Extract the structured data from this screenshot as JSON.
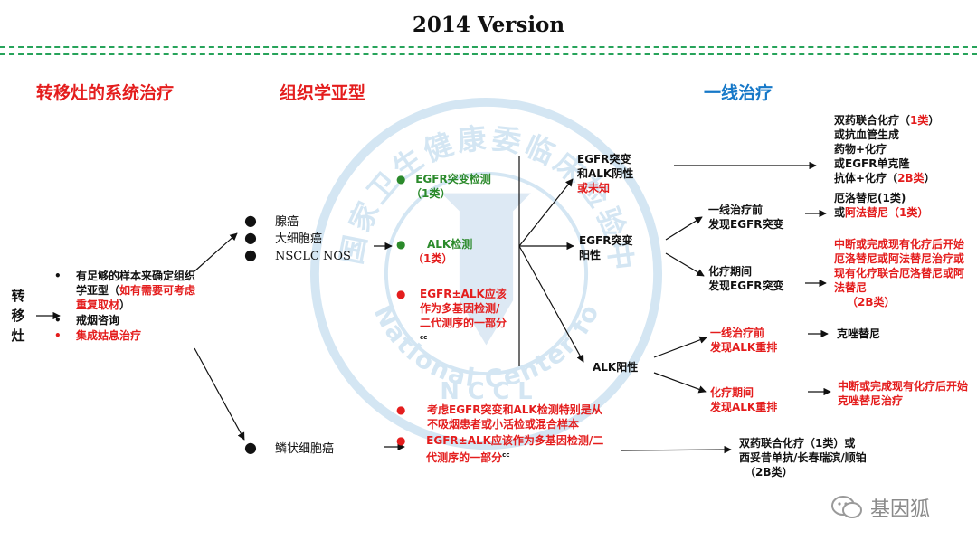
{
  "title": "2014 Version",
  "headers": {
    "col1": "转移灶的系统治疗",
    "col2": "组织学亚型",
    "col3": "一线治疗"
  },
  "left": {
    "side_label": [
      "转",
      "移",
      "灶"
    ],
    "bullet1": "有足够的样本来确定组织学亚型（",
    "bullet1_red": "如有需要可考虑重复取材",
    "bullet1_end": "）",
    "bullet2": "戒烟咨询",
    "bullet3": "集成姑息治疗"
  },
  "histology": {
    "item1": "腺癌",
    "item2": "大细胞癌",
    "item3": "NSCLC NOS",
    "squamous": "鳞状细胞癌"
  },
  "tests": {
    "egfr_test": "EGFR突变检测",
    "egfr_test_cls": "（1类）",
    "alk_test": "ALK检测",
    "alk_test_cls": "（1类）",
    "egfr_alk_multi": "EGFR±ALK应该作为多基因检测/二代测序的一部分",
    "cc_mark": "cc",
    "sq_note1": "考虑EGFR突变和ALK检测特别是从不吸烟患者或小活检或混合样本",
    "sq_note2": "EGFR±ALK应该作为多基因检测/二代测序的一部分"
  },
  "results": {
    "neg_a": "EGFR突变",
    "neg_b": "和ALK阴性",
    "neg_c": "或未知",
    "egfr_pos_a": "EGFR突变",
    "egfr_pos_b": "阳性",
    "alk_pos": "ALK阳性"
  },
  "branches": {
    "egfr_first_a": "一线治疗前",
    "egfr_first_b": "发现EGFR突变",
    "egfr_during_a": "化疗期间",
    "egfr_during_b": "发现EGFR突变",
    "alk_first_a": "一线治疗前",
    "alk_first_b": "发现ALK重排",
    "alk_during_a": "化疗期间",
    "alk_during_b": "发现ALK重排"
  },
  "treatments": {
    "neg_tx_1": "双药联合化疗（",
    "neg_tx_1_cls": "1类",
    "neg_tx_1_end": "）",
    "neg_tx_2": "或抗血管生成",
    "neg_tx_3": "药物+化疗",
    "neg_tx_4": "或EGFR单克隆",
    "neg_tx_5": "抗体+化疗（",
    "neg_tx_5_cls": "2B类",
    "neg_tx_5_end": "）",
    "egfr_first_tx_1": "厄洛替尼(1类)",
    "egfr_first_tx_2": "或",
    "egfr_first_tx_2_red": "阿法替尼（1类）",
    "egfr_during_tx": "中断或完成现有化疗后开始厄洛替尼或阿法替尼治疗或现有化疗联合厄洛替尼或阿法替尼",
    "egfr_during_tx_cls": "（2B类）",
    "alk_first_tx": "克唑替尼",
    "alk_during_tx": "中断或完成现有化疗后开始克唑替尼治疗",
    "sq_tx_1": "双药联合化疗（1类）或",
    "sq_tx_2": "西妥昔单抗/长春瑞滨/顺铂",
    "sq_tx_3": "（2B类）"
  },
  "watermark_text": "国家卫生健康委临床检验中心",
  "watermark_en": "National Center for Clinical Laboratories",
  "watermark_nccl": "N C C L",
  "brand": "基因狐",
  "colors": {
    "red": "#e41d1d",
    "green": "#2b8a2b",
    "blue": "#1678c8",
    "separator": "#27a35a",
    "watermark": "#c9dff0"
  }
}
